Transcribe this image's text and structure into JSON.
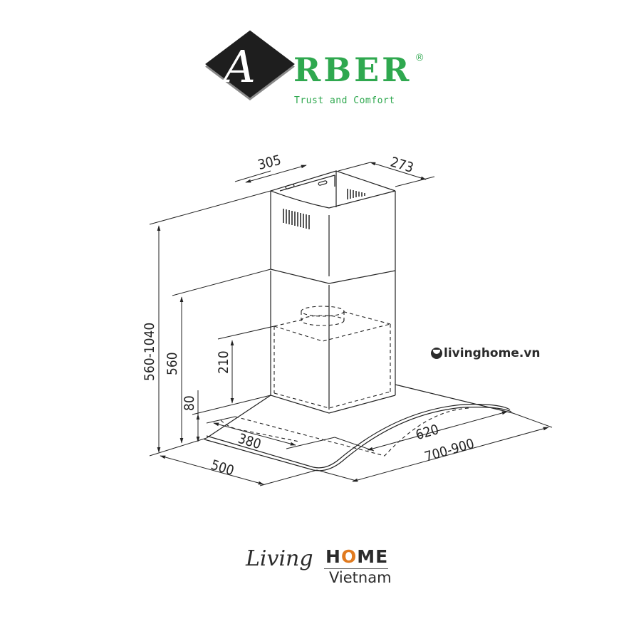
{
  "brand": {
    "initial": "A",
    "name": "RBER",
    "registered_mark": "®",
    "tagline": "Trust and Comfort",
    "color": "#2fa84f"
  },
  "watermark": {
    "icon": "livinghome-circle-icon",
    "text": "livinghome.vn"
  },
  "footer_logo": {
    "script": "Living",
    "home_prefix": "H",
    "home_o": "O",
    "home_suffix": "ME",
    "subtitle": "Vietnam",
    "accent_color": "#e07a1f"
  },
  "drawing": {
    "subject": "chimney range hood with curved glass canopy",
    "dimensions": {
      "chimney_width": "305",
      "chimney_depth": "273",
      "total_height_range": "560-1040",
      "lower_height": "560",
      "motor_height": "210",
      "glass_height": "80",
      "inner_depth": "380",
      "outer_depth": "500",
      "inner_width": "620",
      "outer_width_range": "700-900"
    },
    "units": "mm"
  }
}
